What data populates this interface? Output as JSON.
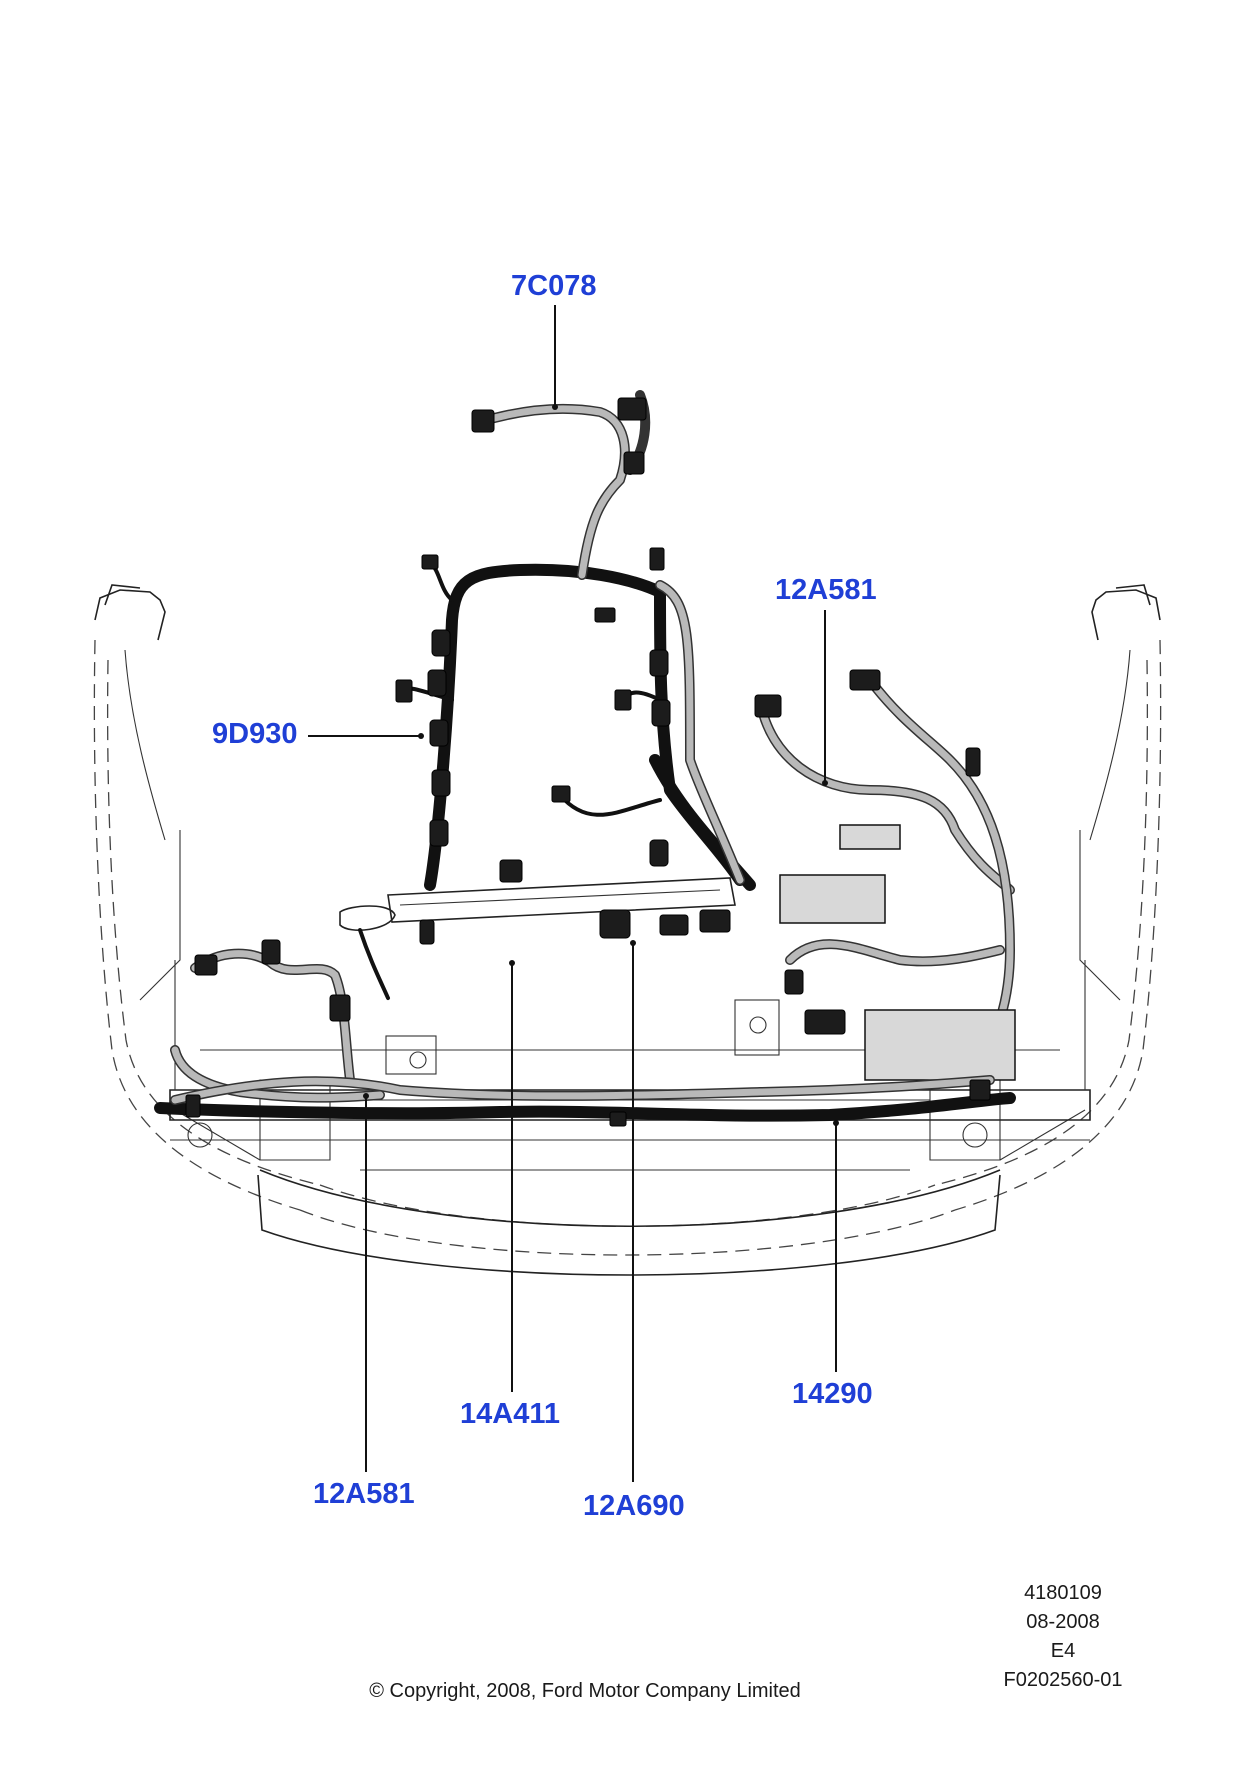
{
  "callouts": [
    {
      "id": "7C078",
      "label": "7C078"
    },
    {
      "id": "12A581-upper",
      "label": "12A581"
    },
    {
      "id": "9D930",
      "label": "9D930"
    },
    {
      "id": "14290",
      "label": "14290"
    },
    {
      "id": "14A411",
      "label": "14A411"
    },
    {
      "id": "12A581-lower",
      "label": "12A581"
    },
    {
      "id": "12A690",
      "label": "12A690"
    }
  ],
  "meta": {
    "ref_number": "4180109",
    "date": "08-2008",
    "grid": "E4",
    "figure_id": "F0202560-01"
  },
  "copyright": "© Copyright, 2008, Ford Motor Company Limited",
  "colors": {
    "callout_text": "#1f3fd6",
    "leader_line": "#111111",
    "harness": "#111111",
    "outline": "#222222"
  }
}
